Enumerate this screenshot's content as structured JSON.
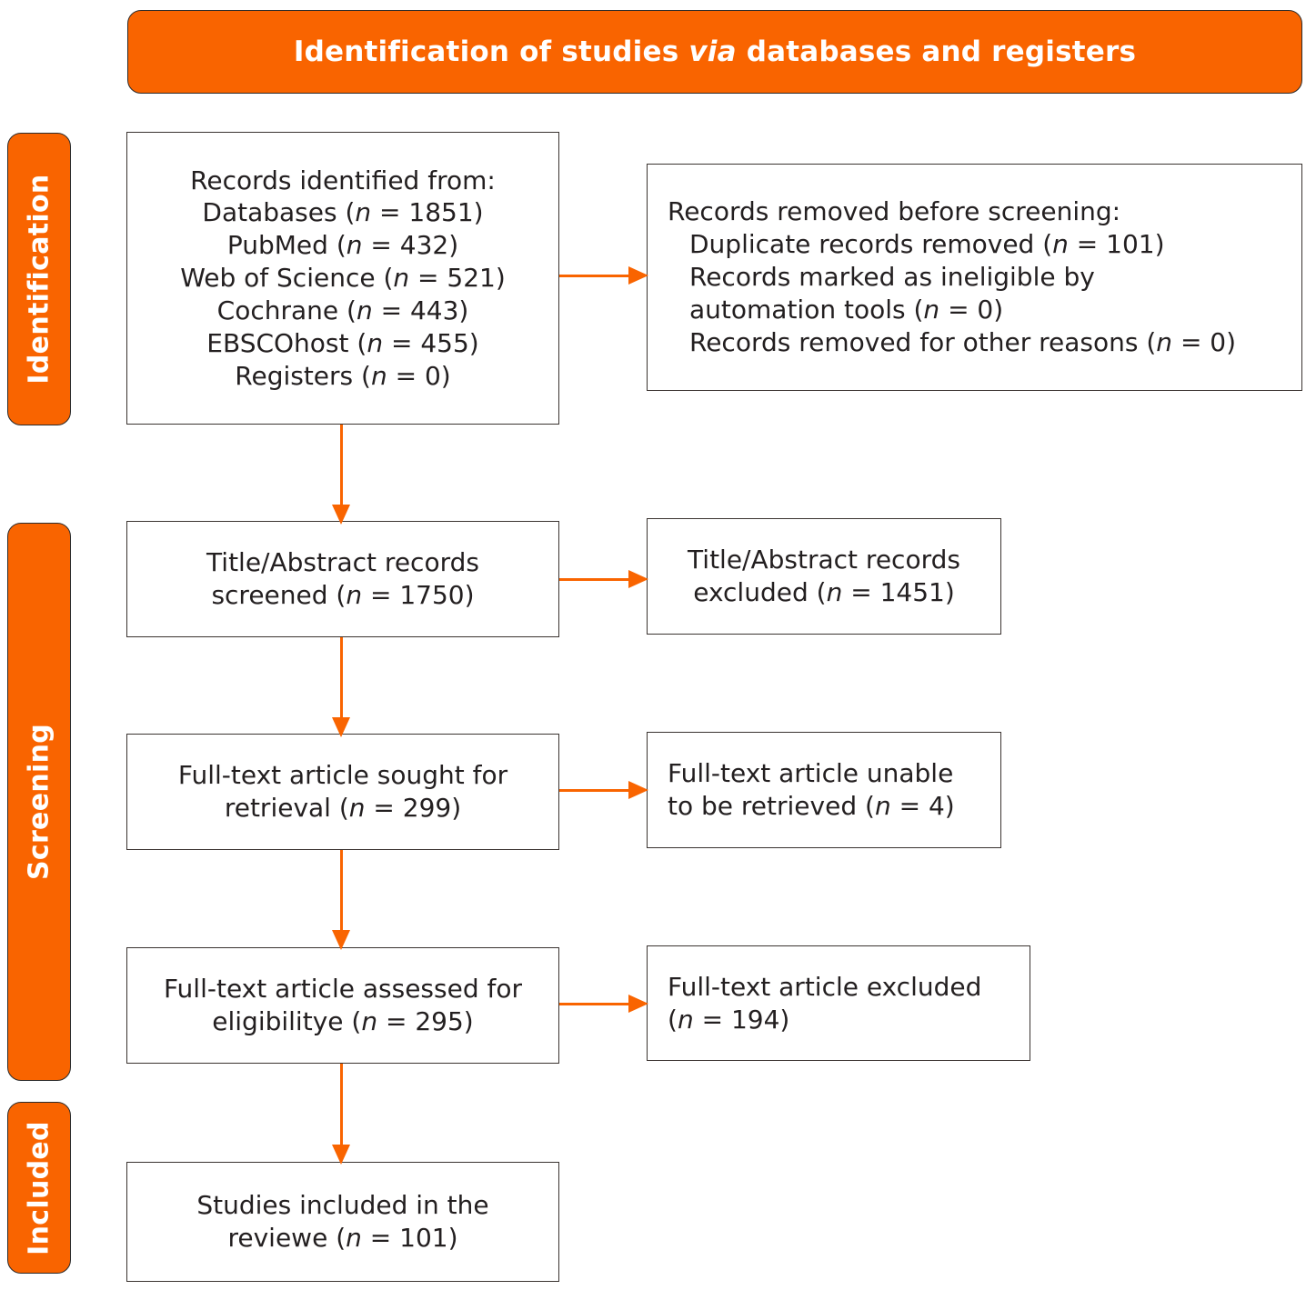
{
  "header": {
    "title_before": "Identification of studies ",
    "title_italic": "via",
    "title_after": " databases and registers"
  },
  "stages": {
    "identification": "Identification",
    "screening": "Screening",
    "included": "Included"
  },
  "boxes": {
    "identified": {
      "heading": "Records identified from:",
      "lines": [
        {
          "label": "Databases (",
          "n_sym": "n",
          "eq": " = 1851)"
        },
        {
          "label": "PubMed (",
          "n_sym": "n",
          "eq": " = 432)"
        },
        {
          "label": "Web of Science (",
          "n_sym": "n",
          "eq": " = 521)"
        },
        {
          "label": "Cochrane (",
          "n_sym": "n",
          "eq": " = 443)"
        },
        {
          "label": "EBSCOhost (",
          "n_sym": "n",
          "eq": " = 455)"
        },
        {
          "label": "Registers (",
          "n_sym": "n",
          "eq": " = 0)"
        }
      ]
    },
    "removed": {
      "heading": "Records removed before screening:",
      "lines": [
        {
          "label": "Duplicate records removed (",
          "n_sym": "n",
          "eq": " = 101)"
        },
        {
          "label": "Records marked as ineligible by",
          "n_sym": "",
          "eq": ""
        },
        {
          "label": "automation tools (",
          "n_sym": "n",
          "eq": " = 0)"
        },
        {
          "label": "Records removed for other reasons (",
          "n_sym": "n",
          "eq": " = 0)"
        }
      ]
    },
    "screened": {
      "line1": "Title/Abstract records",
      "line2_before": "screened (",
      "n_sym": "n",
      "line2_after": " = 1750)"
    },
    "excluded_ta": {
      "line1": "Title/Abstract records",
      "line2_before": "excluded (",
      "n_sym": "n",
      "line2_after": " = 1451)"
    },
    "sought": {
      "line1": "Full-text article sought for",
      "line2_before": "retrieval (",
      "n_sym": "n",
      "line2_after": " = 299)"
    },
    "unable": {
      "line1": "Full-text article unable",
      "line2_before": "to be retrieved (",
      "n_sym": "n",
      "line2_after": " = 4)"
    },
    "assessed": {
      "line1": "Full-text article assessed for",
      "line2_before": "eligibilitye (",
      "n_sym": "n",
      "line2_after": " = 295)"
    },
    "ft_excluded": {
      "line1": "Full-text article excluded",
      "line2_before": "(",
      "n_sym": "n",
      "line2_after": " = 194)"
    },
    "included": {
      "line1": "Studies included in the",
      "line2_before": "reviewe (",
      "n_sym": "n",
      "line2_after": " = 101)"
    }
  },
  "colors": {
    "accent_orange": "#f96400",
    "box_border": "#3a3330",
    "text": "#231f20",
    "banner_text": "#ffffff"
  }
}
